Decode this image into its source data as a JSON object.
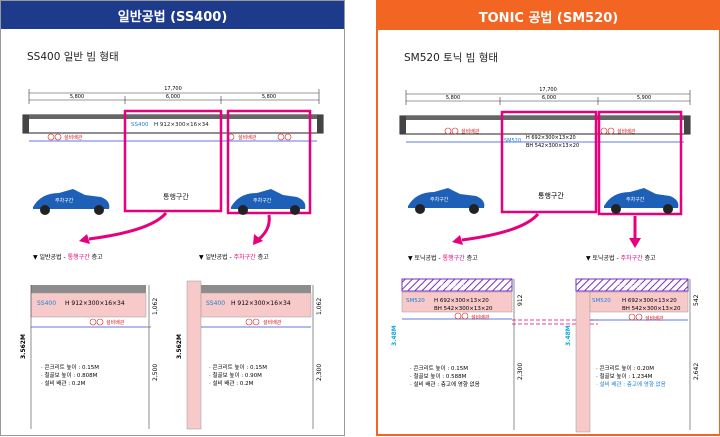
{
  "left": {
    "header": "일반공법 (SS400)",
    "subtitle": "SS400 일반 빔 형태",
    "dims": {
      "total": "17,700",
      "a": "5,800",
      "b": "6,000",
      "c": "5,800"
    },
    "beam_label": "SS400",
    "beam_spec": "H 912×300×16×34",
    "pipe_label": "설비배관",
    "zone_pass": "통행구간",
    "zone_park": "주차구간",
    "car_label": "주차구간",
    "detail1": {
      "title_prefix": "▼ 일반공법 - ",
      "title_zone": "통행구간",
      "title_suffix": " 층고",
      "spec": "H 912×300×16×34",
      "pipe": "설비배관",
      "h_total": "3.562M",
      "h_beam": "1,062",
      "h_clear": "2,500",
      "notes": [
        "· 콘크리트 높이 : 0.15M",
        "· 철골보 높이 : 0.808M",
        "· 설비 배관 :  0.2M"
      ]
    },
    "detail2": {
      "title_prefix": "▼ 일반공법 - ",
      "title_zone": "주차구간",
      "title_suffix": " 층고",
      "spec": "H 912×300×16×34",
      "pipe": "설비배관",
      "h_total": "3.562M",
      "h_beam": "1,062",
      "h_clear": "2,300",
      "notes": [
        "· 콘크리트 높이 : 0.15M",
        "· 철골보 높이 : 0.90M",
        "· 설비 배관 :  0.2M"
      ]
    }
  },
  "right": {
    "header": "TONIC 공법 (SM520)",
    "subtitle": "SM520 토닉 빔 형태",
    "dims": {
      "total": "17,700",
      "a": "5,800",
      "b": "6,000",
      "c": "5,900"
    },
    "beam_label": "SM520",
    "beam_spec1": "H 692×300×13×20",
    "beam_spec2": "BH 542×300×13×20",
    "pipe_label": "설비배관",
    "zone_pass": "통행구간",
    "zone_park": "주차구간",
    "detail1": {
      "title_prefix": "▼ 토닉공법 - ",
      "title_zone": "통행구간",
      "title_suffix": " 층고",
      "spec1": "H 692×300×13×20",
      "spec2": "BH 542×300×13×20",
      "pipe": "설비배관",
      "slab": "토닉 슬래브",
      "h_total": "3.48M",
      "h_beam": "912",
      "h_clear": "2,300",
      "notes": [
        "· 콘크리트 높이 : 0.15M",
        "· 철골보 높이 : 0.588M",
        "· 설비 배관 :  층고에 영향 없음"
      ]
    },
    "detail2": {
      "title_prefix": "▼ 토닉공법 - ",
      "title_zone": "주차구간",
      "title_suffix": " 층고",
      "spec1": "H 692×300×13×20",
      "spec2": "BH 542×300×13×20",
      "pipe": "설비배관",
      "slab": "토닉 슬래브",
      "h_total": "3.48M",
      "h_beam": "542",
      "h_clear": "2,642",
      "notes": [
        "· 콘크리트 높이 : 0.20M",
        "· 철골보 높이 : 1.234M",
        "· 설비 배관 :  층고에 영향 없음"
      ]
    }
  }
}
